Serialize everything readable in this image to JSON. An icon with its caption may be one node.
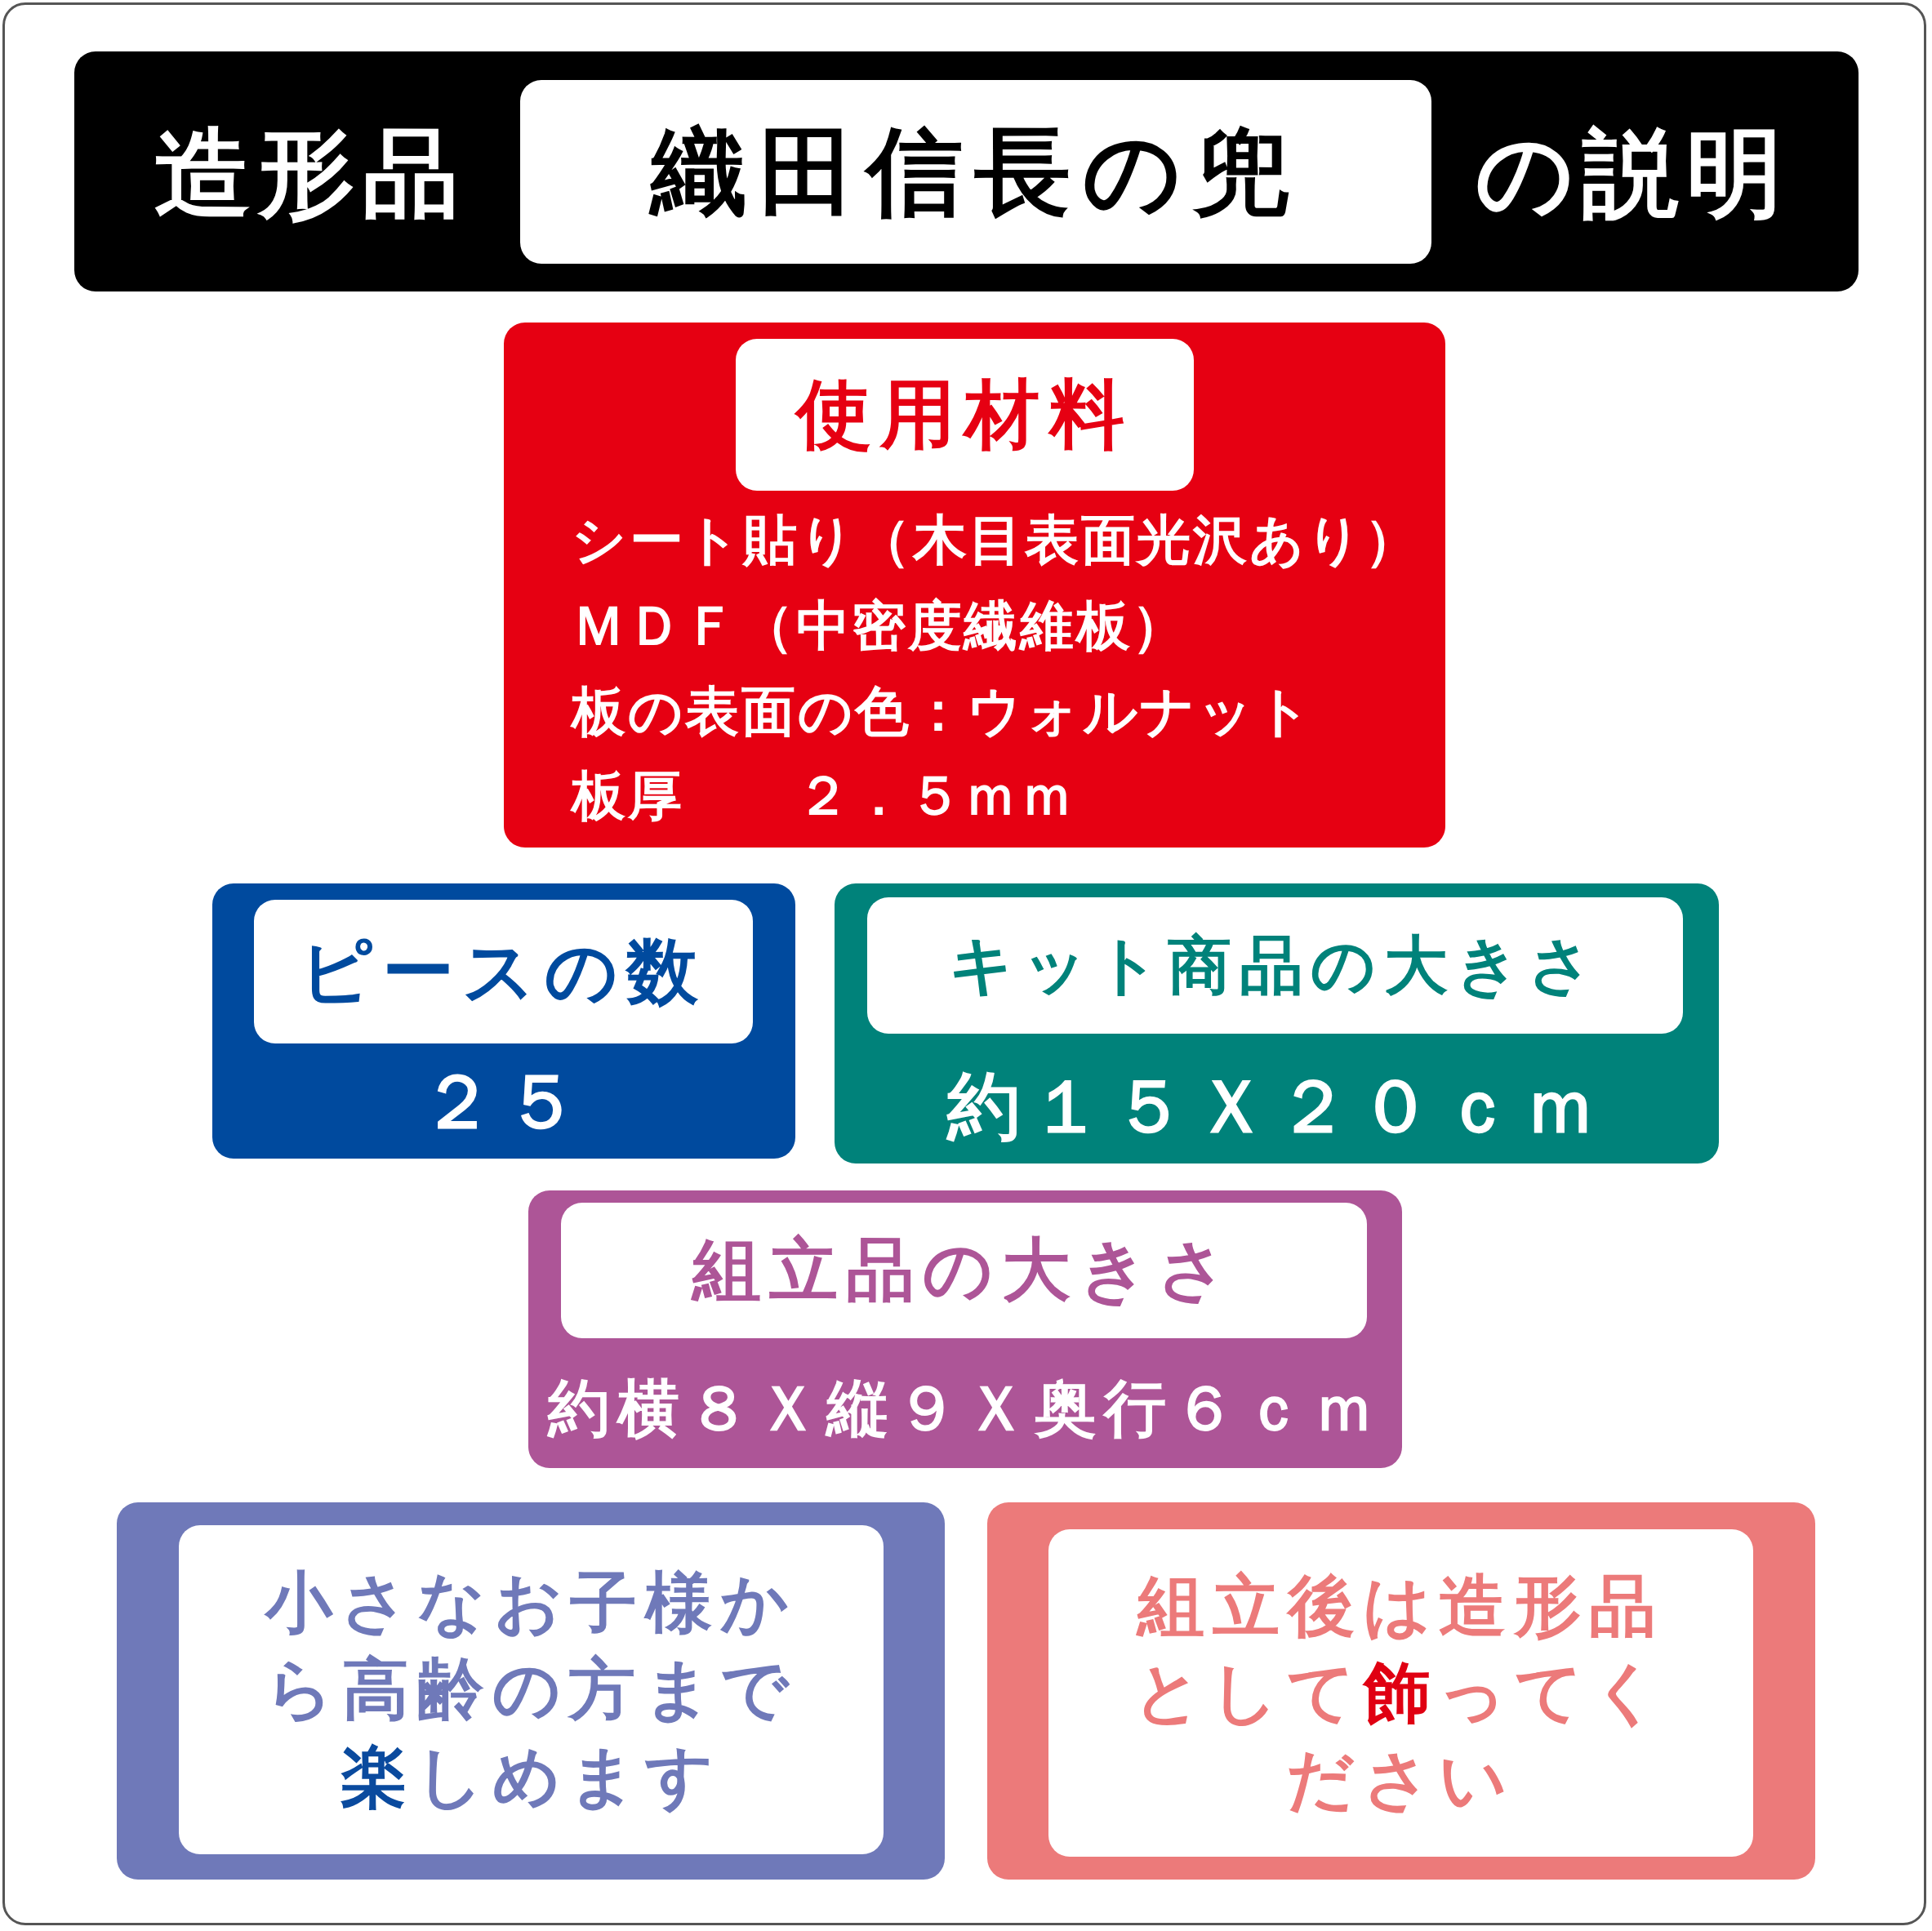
{
  "diagram": {
    "nodes": [
      {
        "text": [
          "造形品",
          "の説明"
        ]
      },
      {
        "text": [
          "織田信長の兜"
        ],
        "in": 0
      },
      {
        "text": [
          "シート貼り（木目表面光沢あり）",
          "ＭＤＦ（中密度繊維板）",
          "板の表面の色：ウォルナット",
          "板厚　　２．５ｍｍ"
        ]
      },
      {
        "text": [
          "使用材料"
        ],
        "in": 2
      },
      {
        "text": [
          "２５"
        ]
      },
      {
        "text": [
          "ピースの数"
        ],
        "in": 4
      },
      {
        "text": [
          "約１５Ｘ２０ｃｍ"
        ]
      },
      {
        "text": [
          "キット商品の大きさ"
        ],
        "in": 6
      },
      {
        "text": [
          "約横８Ｘ縦９Ｘ奥行６ｃｍ"
        ]
      },
      {
        "text": [
          "組立品の大きさ"
        ],
        "in": 8
      },
      {
        "text": [],
        "shape": "box"
      },
      {
        "text": [
          "小さなお子様から高齢の方まで**楽**しめます"
        ],
        "in": 10
      },
      {
        "text": [],
        "shape": "box"
      },
      {
        "text": [
          "組立後は造形品として**飾**ってください"
        ],
        "in": 12
      }
    ]
  }
}
